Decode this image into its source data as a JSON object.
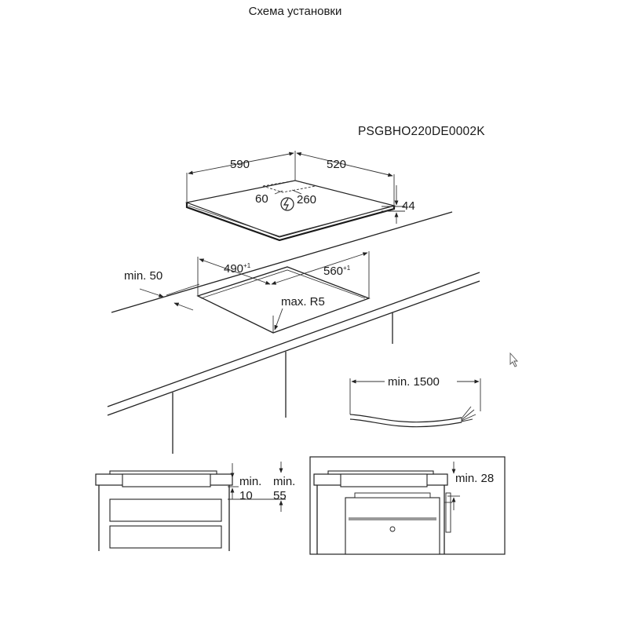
{
  "page_title": "Схема установки",
  "model_code": "PSGBHO220DE0002K",
  "hob": {
    "width": "590",
    "depth": "520",
    "height": "44",
    "connection_left": "60",
    "connection_right": "260"
  },
  "cutout": {
    "min_edge": "min. 50",
    "width": "490",
    "width_tol": "+1",
    "depth": "560",
    "depth_tol": "+1",
    "radius": "max. R5"
  },
  "cable": {
    "length": "min. 1500"
  },
  "drawer_view": {
    "gap_a_1": "min.",
    "gap_a_2": "10",
    "gap_b_1": "min.",
    "gap_b_2": "55"
  },
  "oven_view": {
    "gap": "min. 28"
  },
  "icons": [
    "electric-connection-icon",
    "mouse-cursor-icon",
    "dimension-arrow-icon"
  ]
}
